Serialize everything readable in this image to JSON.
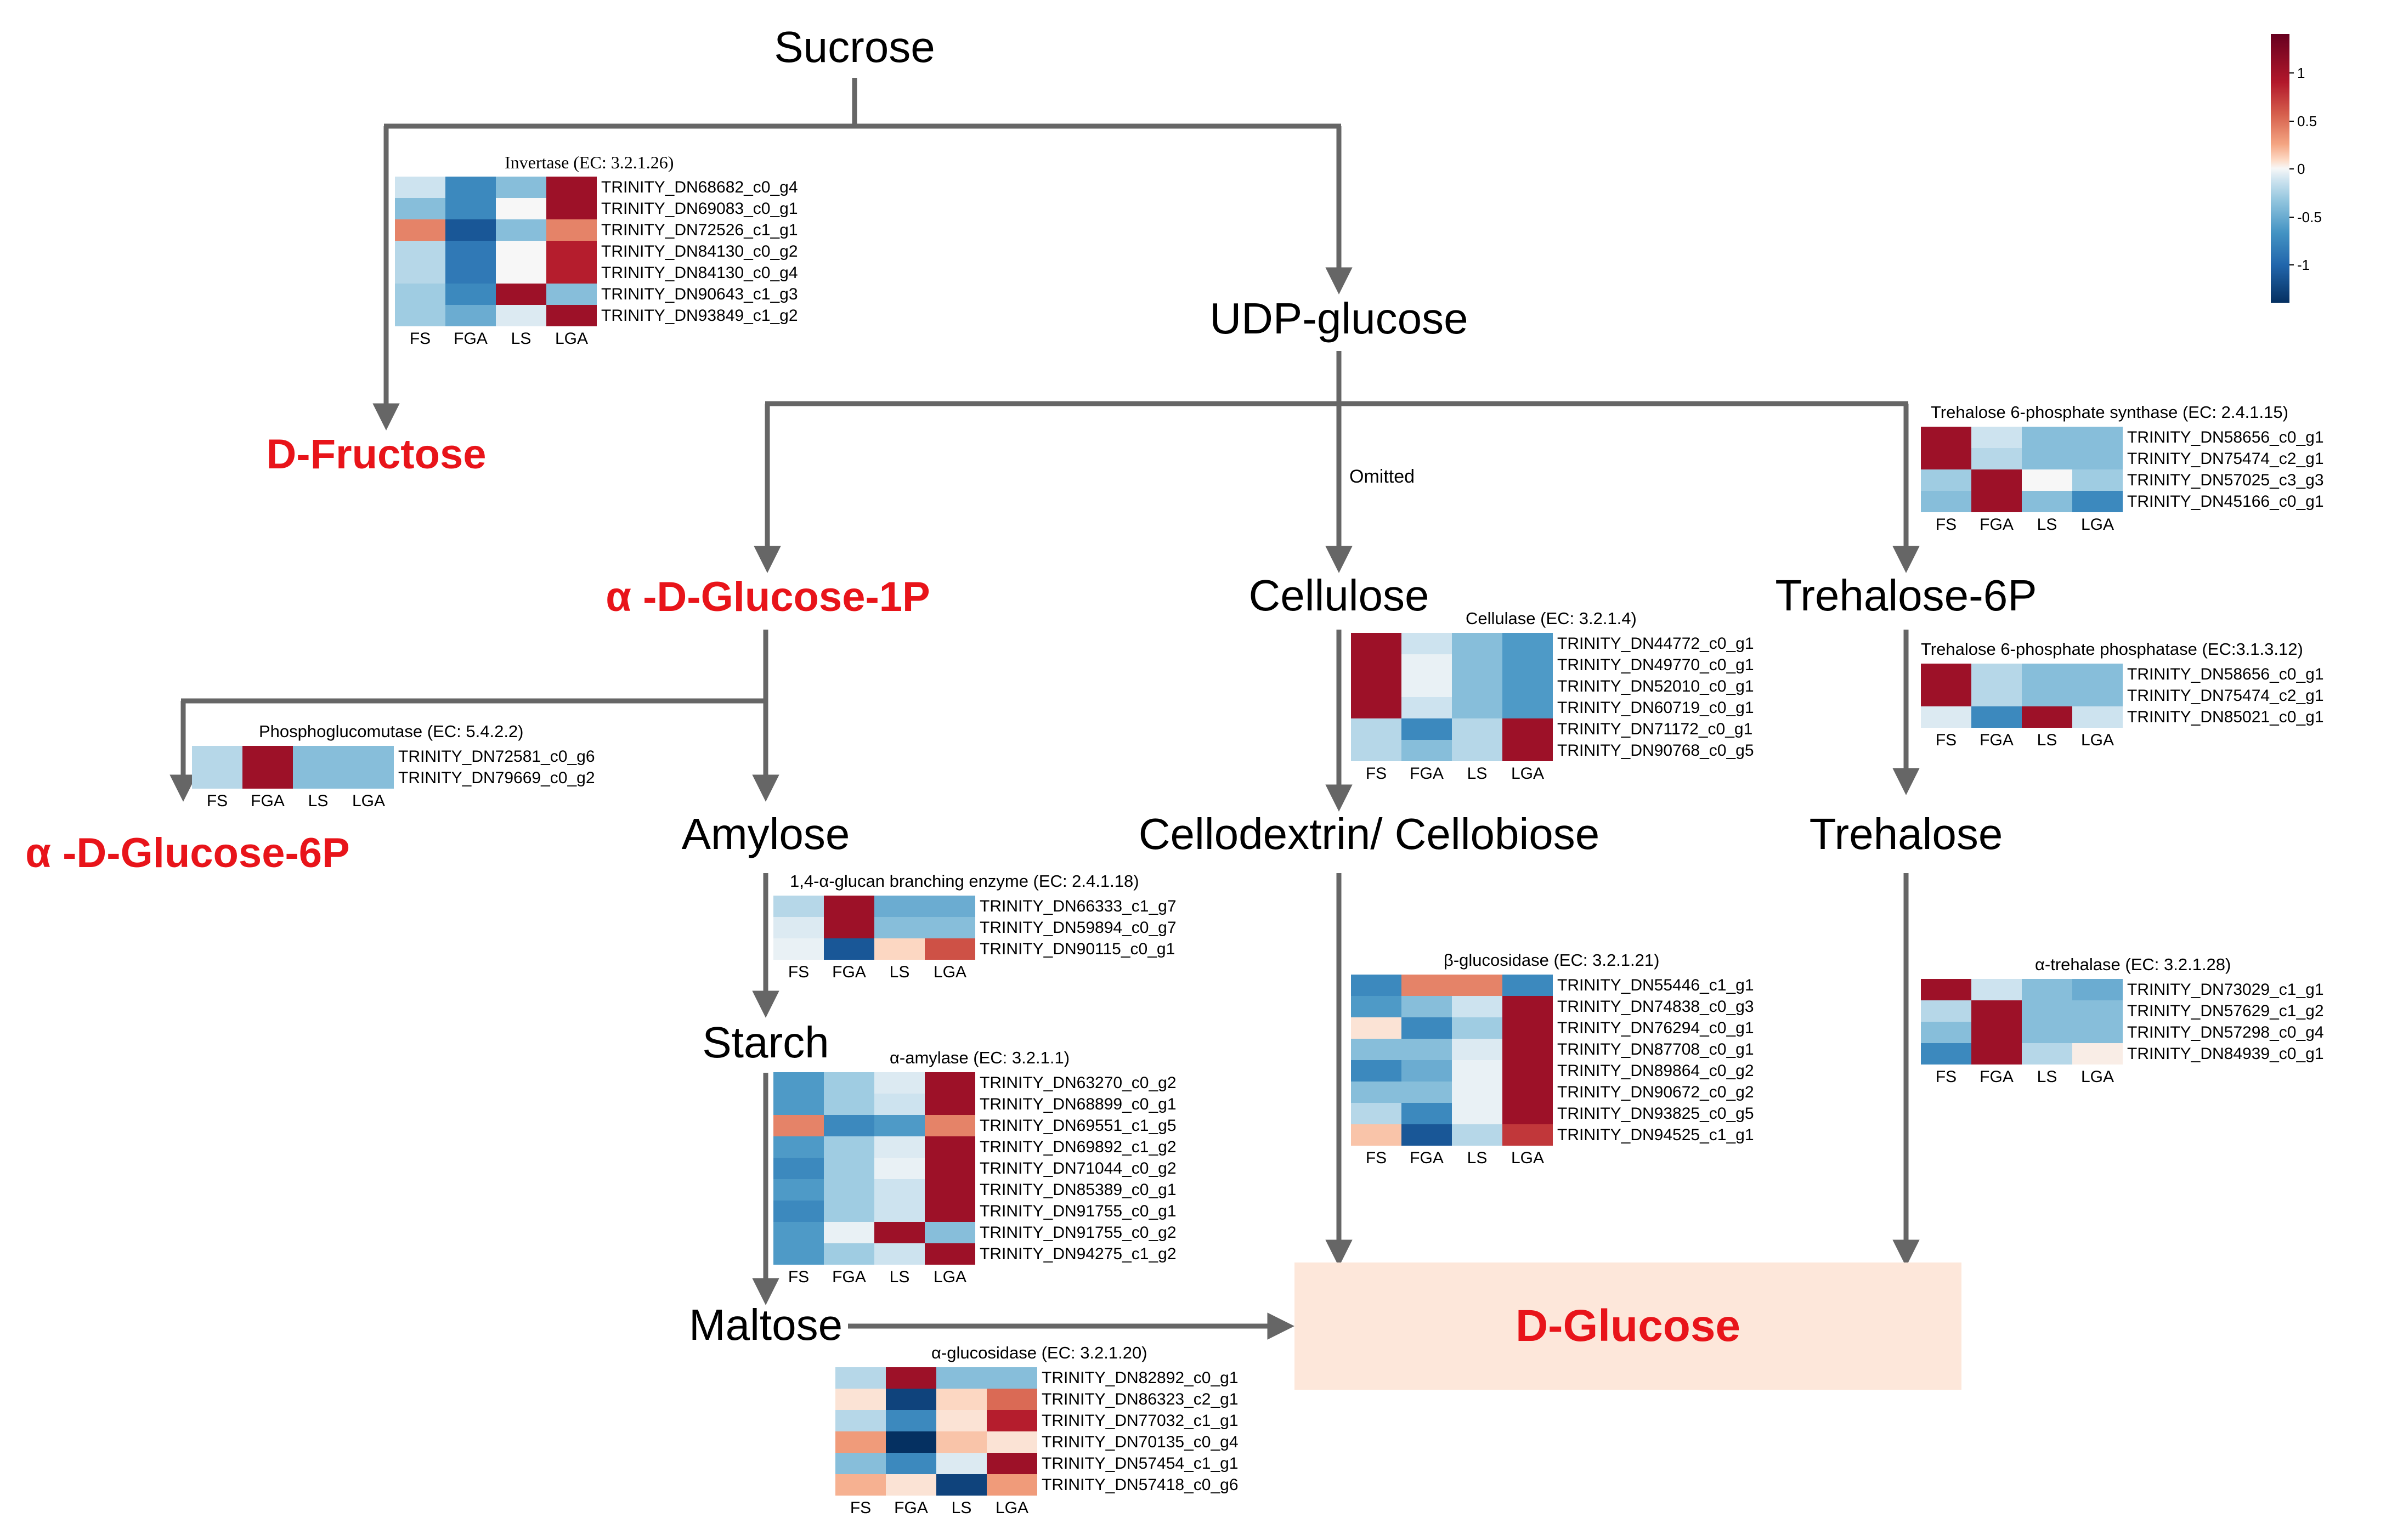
{
  "colors": {
    "arrow": "#666666",
    "node_red": "#e8141a",
    "glucose_box": "#fde7da",
    "scale": [
      "#053061",
      "#2166ac",
      "#4393c3",
      "#92c5de",
      "#d1e5f0",
      "#f7f7f7",
      "#fddbc7",
      "#f4a582",
      "#d6604d",
      "#b2182b",
      "#67001f"
    ]
  },
  "nodes": {
    "sucrose": "Sucrose",
    "udp_glucose": "UDP-glucose",
    "d_fructose": "D-Fructose",
    "a_glucose_1p": "α -D-Glucose-1P",
    "cellulose": "Cellulose",
    "trehalose_6p": "Trehalose-6P",
    "a_glucose_6p": "α -D-Glucose-6P",
    "amylose": "Amylose",
    "cellodextrin": "Cellodextrin/ Cellobiose",
    "trehalose": "Trehalose",
    "starch": "Starch",
    "maltose": "Maltose",
    "d_glucose": "D-Glucose"
  },
  "omitted_label": "Omitted",
  "legend": {
    "ticks": [
      {
        "label": "1",
        "value": 1
      },
      {
        "label": "0.5",
        "value": 0.5
      },
      {
        "label": "0",
        "value": 0
      },
      {
        "label": "-0.5",
        "value": -0.5
      },
      {
        "label": "-1",
        "value": -1
      }
    ]
  },
  "heatmaps": {
    "invertase": {
      "title": "Invertase  (EC: 3.2.1.26)",
      "columns": [
        "FS",
        "FGA",
        "LS",
        "LGA"
      ],
      "rows": [
        {
          "gene": "TRINITY_DN68682_c0_g4",
          "values": [
            -0.3,
            -0.9,
            -0.6,
            1.2
          ]
        },
        {
          "gene": "TRINITY_DN69083_c0_g1",
          "values": [
            -0.6,
            -0.9,
            0.0,
            1.2
          ]
        },
        {
          "gene": "TRINITY_DN72526_c1_g1",
          "values": [
            0.7,
            -1.2,
            -0.6,
            0.7
          ]
        },
        {
          "gene": "TRINITY_DN84130_c0_g2",
          "values": [
            -0.4,
            -1.0,
            0.0,
            1.1
          ]
        },
        {
          "gene": "TRINITY_DN84130_c0_g4",
          "values": [
            -0.4,
            -1.0,
            0.0,
            1.1
          ]
        },
        {
          "gene": "TRINITY_DN90643_c1_g3",
          "values": [
            -0.5,
            -0.9,
            1.2,
            -0.6
          ]
        },
        {
          "gene": "TRINITY_DN93849_c1_g2",
          "values": [
            -0.5,
            -0.7,
            -0.2,
            1.2
          ]
        }
      ]
    },
    "t6ps": {
      "title": "Trehalose 6-phosphate synthase (EC: 2.4.1.15)",
      "columns": [
        "FS",
        "FGA",
        "LS",
        "LGA"
      ],
      "rows": [
        {
          "gene": "TRINITY_DN58656_c0_g1",
          "values": [
            1.2,
            -0.3,
            -0.6,
            -0.6
          ]
        },
        {
          "gene": "TRINITY_DN75474_c2_g1",
          "values": [
            1.2,
            -0.4,
            -0.6,
            -0.6
          ]
        },
        {
          "gene": "TRINITY_DN57025_c3_g3",
          "values": [
            -0.5,
            1.2,
            0.0,
            -0.5
          ]
        },
        {
          "gene": "TRINITY_DN45166_c0_g1",
          "values": [
            -0.6,
            1.2,
            -0.6,
            -0.9
          ]
        }
      ]
    },
    "cellulase": {
      "title": "Cellulase (EC: 3.2.1.4)",
      "columns": [
        "FS",
        "FGA",
        "LS",
        "LGA"
      ],
      "rows": [
        {
          "gene": "TRINITY_DN44772_c0_g1",
          "values": [
            1.2,
            -0.3,
            -0.6,
            -0.8
          ]
        },
        {
          "gene": "TRINITY_DN49770_c0_g1",
          "values": [
            1.2,
            -0.1,
            -0.6,
            -0.8
          ]
        },
        {
          "gene": "TRINITY_DN52010_c0_g1",
          "values": [
            1.2,
            -0.1,
            -0.6,
            -0.8
          ]
        },
        {
          "gene": "TRINITY_DN60719_c0_g1",
          "values": [
            1.2,
            -0.3,
            -0.6,
            -0.8
          ]
        },
        {
          "gene": "TRINITY_DN71172_c0_g1",
          "values": [
            -0.4,
            -0.9,
            -0.4,
            1.2
          ]
        },
        {
          "gene": "TRINITY_DN90768_c0_g5",
          "values": [
            -0.4,
            -0.6,
            -0.4,
            1.2
          ]
        }
      ]
    },
    "t6pp": {
      "title": "Trehalose 6-phosphate phosphatase  (EC:3.1.3.12)",
      "columns": [
        "FS",
        "FGA",
        "LS",
        "LGA"
      ],
      "rows": [
        {
          "gene": "TRINITY_DN58656_c0_g1",
          "values": [
            1.2,
            -0.4,
            -0.6,
            -0.6
          ]
        },
        {
          "gene": "TRINITY_DN75474_c2_g1",
          "values": [
            1.2,
            -0.4,
            -0.6,
            -0.6
          ]
        },
        {
          "gene": "TRINITY_DN85021_c0_g1",
          "values": [
            -0.2,
            -0.9,
            1.2,
            -0.3
          ]
        }
      ]
    },
    "phosphoglucomutase": {
      "title": "Phosphoglucomutase (EC: 5.4.2.2)",
      "columns": [
        "FS",
        "FGA",
        "LS",
        "LGA"
      ],
      "rows": [
        {
          "gene": "TRINITY_DN72581_c0_g6",
          "values": [
            -0.4,
            1.2,
            -0.6,
            -0.6
          ]
        },
        {
          "gene": "TRINITY_DN79669_c0_g2",
          "values": [
            -0.4,
            1.2,
            -0.6,
            -0.6
          ]
        }
      ]
    },
    "branching": {
      "title": "1,4-α-glucan branching enzyme (EC: 2.4.1.18)",
      "columns": [
        "FS",
        "FGA",
        "LS",
        "LGA"
      ],
      "rows": [
        {
          "gene": "TRINITY_DN66333_c1_g7",
          "values": [
            -0.4,
            1.2,
            -0.7,
            -0.7
          ]
        },
        {
          "gene": "TRINITY_DN59894_c0_g7",
          "values": [
            -0.2,
            1.2,
            -0.6,
            -0.6
          ]
        },
        {
          "gene": "TRINITY_DN90115_c0_g1",
          "values": [
            -0.1,
            -1.2,
            0.3,
            0.9
          ]
        }
      ]
    },
    "beta_glucosidase": {
      "title": "β-glucosidase  (EC: 3.2.1.21)",
      "columns": [
        "FS",
        "FGA",
        "LS",
        "LGA"
      ],
      "rows": [
        {
          "gene": "TRINITY_DN55446_c1_g1",
          "values": [
            -0.9,
            0.7,
            0.7,
            -0.9
          ]
        },
        {
          "gene": "TRINITY_DN74838_c0_g3",
          "values": [
            -0.8,
            -0.6,
            -0.3,
            1.2
          ]
        },
        {
          "gene": "TRINITY_DN76294_c0_g1",
          "values": [
            0.2,
            -0.9,
            -0.5,
            1.2
          ]
        },
        {
          "gene": "TRINITY_DN87708_c0_g1",
          "values": [
            -0.6,
            -0.6,
            -0.2,
            1.2
          ]
        },
        {
          "gene": "TRINITY_DN89864_c0_g2",
          "values": [
            -0.9,
            -0.7,
            -0.1,
            1.2
          ]
        },
        {
          "gene": "TRINITY_DN90672_c0_g2",
          "values": [
            -0.6,
            -0.6,
            -0.1,
            1.2
          ]
        },
        {
          "gene": "TRINITY_DN93825_c0_g5",
          "values": [
            -0.4,
            -0.9,
            -0.1,
            1.2
          ]
        },
        {
          "gene": "TRINITY_DN94525_c1_g1",
          "values": [
            0.4,
            -1.2,
            -0.4,
            1.0
          ]
        }
      ]
    },
    "a_trehalase": {
      "title": "α-trehalase (EC: 3.2.1.28)",
      "columns": [
        "FS",
        "FGA",
        "LS",
        "LGA"
      ],
      "rows": [
        {
          "gene": "TRINITY_DN73029_c1_g1",
          "values": [
            1.2,
            -0.3,
            -0.6,
            -0.7
          ]
        },
        {
          "gene": "TRINITY_DN57629_c1_g2",
          "values": [
            -0.4,
            1.2,
            -0.6,
            -0.6
          ]
        },
        {
          "gene": "TRINITY_DN57298_c0_g4",
          "values": [
            -0.6,
            1.2,
            -0.6,
            -0.6
          ]
        },
        {
          "gene": "TRINITY_DN84939_c0_g1",
          "values": [
            -0.9,
            1.2,
            -0.4,
            0.1
          ]
        }
      ]
    },
    "a_amylase": {
      "title": "α-amylase (EC: 3.2.1.1)",
      "columns": [
        "FS",
        "FGA",
        "LS",
        "LGA"
      ],
      "rows": [
        {
          "gene": "TRINITY_DN63270_c0_g2",
          "values": [
            -0.8,
            -0.5,
            -0.2,
            1.2
          ]
        },
        {
          "gene": "TRINITY_DN68899_c0_g1",
          "values": [
            -0.8,
            -0.5,
            -0.3,
            1.2
          ]
        },
        {
          "gene": "TRINITY_DN69551_c1_g5",
          "values": [
            0.7,
            -0.9,
            -0.8,
            0.7
          ]
        },
        {
          "gene": "TRINITY_DN69892_c1_g2",
          "values": [
            -0.8,
            -0.5,
            -0.2,
            1.2
          ]
        },
        {
          "gene": "TRINITY_DN71044_c0_g2",
          "values": [
            -0.9,
            -0.5,
            -0.1,
            1.2
          ]
        },
        {
          "gene": "TRINITY_DN85389_c0_g1",
          "values": [
            -0.8,
            -0.5,
            -0.3,
            1.2
          ]
        },
        {
          "gene": "TRINITY_DN91755_c0_g1",
          "values": [
            -0.9,
            -0.5,
            -0.3,
            1.2
          ]
        },
        {
          "gene": "TRINITY_DN91755_c0_g2",
          "values": [
            -0.8,
            -0.1,
            1.2,
            -0.6
          ]
        },
        {
          "gene": "TRINITY_DN94275_c1_g2",
          "values": [
            -0.8,
            -0.5,
            -0.3,
            1.2
          ]
        }
      ]
    },
    "a_glucosidase": {
      "title": "α-glucosidase (EC: 3.2.1.20)",
      "columns": [
        "FS",
        "FGA",
        "LS",
        "LGA"
      ],
      "rows": [
        {
          "gene": "TRINITY_DN82892_c0_g1",
          "values": [
            -0.4,
            1.2,
            -0.6,
            -0.6
          ]
        },
        {
          "gene": "TRINITY_DN86323_c2_g1",
          "values": [
            0.2,
            -1.3,
            0.3,
            0.8
          ]
        },
        {
          "gene": "TRINITY_DN77032_c1_g1",
          "values": [
            -0.4,
            -0.9,
            0.2,
            1.1
          ]
        },
        {
          "gene": "TRINITY_DN70135_c0_g4",
          "values": [
            0.6,
            -1.4,
            0.4,
            0.2
          ]
        },
        {
          "gene": "TRINITY_DN57454_c1_g1",
          "values": [
            -0.6,
            -0.9,
            -0.2,
            1.2
          ]
        },
        {
          "gene": "TRINITY_DN57418_c0_g6",
          "values": [
            0.5,
            0.2,
            -1.3,
            0.6
          ]
        }
      ]
    }
  }
}
